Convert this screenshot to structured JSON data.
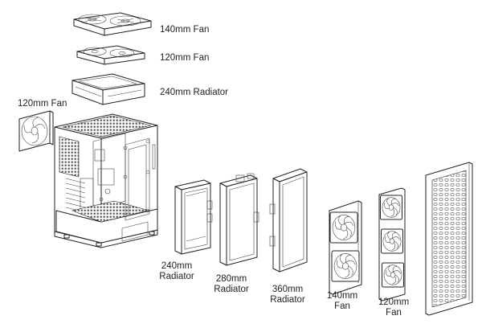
{
  "labels": {
    "top_fan_140": "140mm Fan",
    "top_fan_120": "120mm Fan",
    "top_radiator_240": "240mm Radiator",
    "rear_fan_120": "120mm Fan",
    "front_rad_240": [
      "240mm",
      "Radiator"
    ],
    "front_rad_280": [
      "280mm",
      "Radiator"
    ],
    "front_rad_360": [
      "360mm",
      "Radiator"
    ],
    "front_fan_140": [
      "140mm",
      "Fan"
    ],
    "front_fan_120": [
      "120mm",
      "Fan"
    ]
  }
}
